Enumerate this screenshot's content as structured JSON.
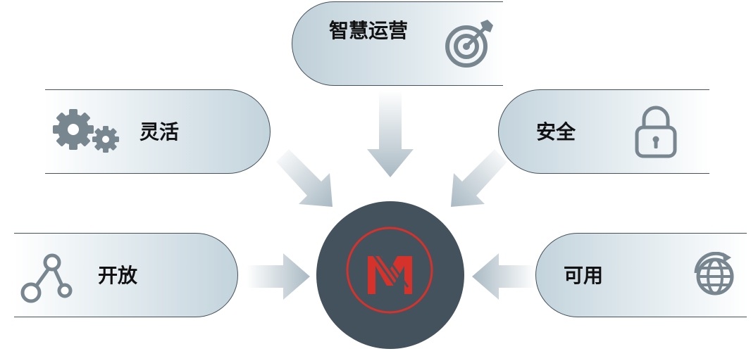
{
  "nodes": {
    "top": {
      "label": "智慧运营",
      "icon": "target-icon"
    },
    "upper_left": {
      "label": "灵活",
      "icon": "gears-icon"
    },
    "upper_right": {
      "label": "安全",
      "icon": "padlock-icon"
    },
    "lower_left": {
      "label": "开放",
      "icon": "share-nodes-icon"
    },
    "lower_right": {
      "label": "可用",
      "icon": "globe-refresh-icon"
    }
  },
  "hub": {
    "logo": "m-logo-icon",
    "color": "#44525d",
    "logo_color": "#d5322c"
  },
  "colors": {
    "pill_border": "#44525d",
    "icon_gray": "#78868f",
    "arrow": "#a9b9c3"
  }
}
